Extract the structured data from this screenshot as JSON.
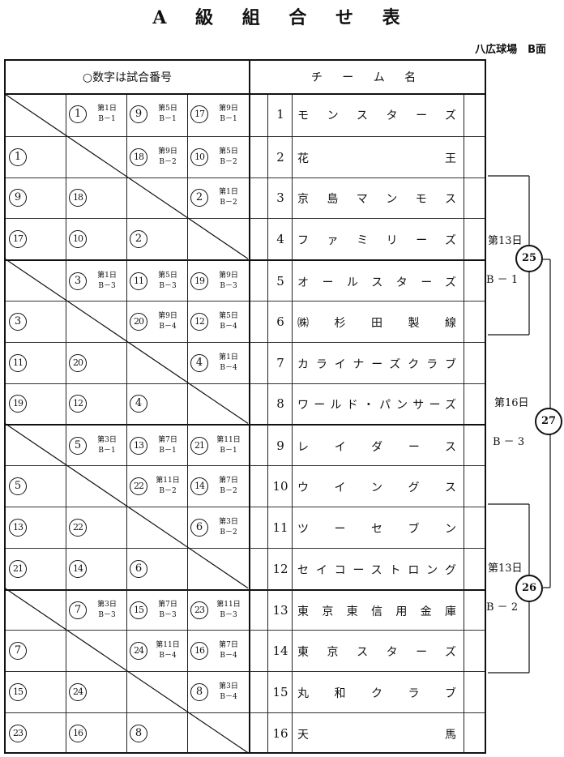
{
  "title": "A 級 組 合 せ 表",
  "venue": "八広球場　B面",
  "header": {
    "games_note": "○数字は試合番号",
    "team_name": "チ ー ム 名"
  },
  "rows": [
    {
      "no": "1",
      "team": "モンスターズ",
      "cells": [
        null,
        {
          "g": "1",
          "d": "第1日",
          "c": "B－1"
        },
        {
          "g": "9",
          "d": "第5日",
          "c": "B－1"
        },
        {
          "g": "17",
          "d": "第9日",
          "c": "B－1"
        }
      ]
    },
    {
      "no": "2",
      "team": "花王",
      "cells": [
        {
          "g": "1"
        },
        null,
        {
          "g": "18",
          "d": "第9日",
          "c": "B－2"
        },
        {
          "g": "10",
          "d": "第5日",
          "c": "B－2"
        }
      ]
    },
    {
      "no": "3",
      "team": "京島マンモス",
      "cells": [
        {
          "g": "9"
        },
        {
          "g": "18"
        },
        null,
        {
          "g": "2",
          "d": "第1日",
          "c": "B－2"
        }
      ]
    },
    {
      "no": "4",
      "team": "ファミリーズ",
      "cells": [
        {
          "g": "17"
        },
        {
          "g": "10"
        },
        {
          "g": "2"
        },
        null
      ]
    },
    {
      "no": "5",
      "team": "オールスターズ",
      "cells": [
        null,
        {
          "g": "3",
          "d": "第1日",
          "c": "B－3"
        },
        {
          "g": "11",
          "d": "第5日",
          "c": "B－3"
        },
        {
          "g": "19",
          "d": "第9日",
          "c": "B－3"
        }
      ]
    },
    {
      "no": "6",
      "team": "㈱杉田製線",
      "cells": [
        {
          "g": "3"
        },
        null,
        {
          "g": "20",
          "d": "第9日",
          "c": "B－4"
        },
        {
          "g": "12",
          "d": "第5日",
          "c": "B－4"
        }
      ]
    },
    {
      "no": "7",
      "team": "カライナーズクラブ",
      "cells": [
        {
          "g": "11"
        },
        {
          "g": "20"
        },
        null,
        {
          "g": "4",
          "d": "第1日",
          "c": "B－4"
        }
      ]
    },
    {
      "no": "8",
      "team": "ワールド・パンサーズ",
      "cells": [
        {
          "g": "19"
        },
        {
          "g": "12"
        },
        {
          "g": "4"
        },
        null
      ]
    },
    {
      "no": "9",
      "team": "レイダース",
      "cells": [
        null,
        {
          "g": "5",
          "d": "第3日",
          "c": "B－1"
        },
        {
          "g": "13",
          "d": "第7日",
          "c": "B－1"
        },
        {
          "g": "21",
          "d": "第11日",
          "c": "B－1"
        }
      ]
    },
    {
      "no": "10",
      "team": "ウイングス",
      "cells": [
        {
          "g": "5"
        },
        null,
        {
          "g": "22",
          "d": "第11日",
          "c": "B－2"
        },
        {
          "g": "14",
          "d": "第7日",
          "c": "B－2"
        }
      ]
    },
    {
      "no": "11",
      "team": "ツーセブン",
      "cells": [
        {
          "g": "13"
        },
        {
          "g": "22"
        },
        null,
        {
          "g": "6",
          "d": "第3日",
          "c": "B－2"
        }
      ]
    },
    {
      "no": "12",
      "team": "セイコーストロング",
      "cells": [
        {
          "g": "21"
        },
        {
          "g": "14"
        },
        {
          "g": "6"
        },
        null
      ]
    },
    {
      "no": "13",
      "team": "東京東信用金庫",
      "cells": [
        null,
        {
          "g": "7",
          "d": "第3日",
          "c": "B－3"
        },
        {
          "g": "15",
          "d": "第7日",
          "c": "B－3"
        },
        {
          "g": "23",
          "d": "第11日",
          "c": "B－3"
        }
      ]
    },
    {
      "no": "14",
      "team": "東京スターズ",
      "cells": [
        {
          "g": "7"
        },
        null,
        {
          "g": "24",
          "d": "第11日",
          "c": "B－4"
        },
        {
          "g": "16",
          "d": "第7日",
          "c": "B－4"
        }
      ]
    },
    {
      "no": "15",
      "team": "丸和クラブ",
      "cells": [
        {
          "g": "15"
        },
        {
          "g": "24"
        },
        null,
        {
          "g": "8",
          "d": "第3日",
          "c": "B－4"
        }
      ]
    },
    {
      "no": "16",
      "team": "天馬",
      "cells": [
        {
          "g": "23"
        },
        {
          "g": "16"
        },
        {
          "g": "8"
        },
        null
      ]
    }
  ],
  "bracket": {
    "g25": {
      "game": "25",
      "day": "第13日",
      "code": "B － 1"
    },
    "g27": {
      "game": "27",
      "day": "第16日",
      "code": "B － 3"
    },
    "g26": {
      "game": "26",
      "day": "第13日",
      "code": "B － 2"
    }
  }
}
